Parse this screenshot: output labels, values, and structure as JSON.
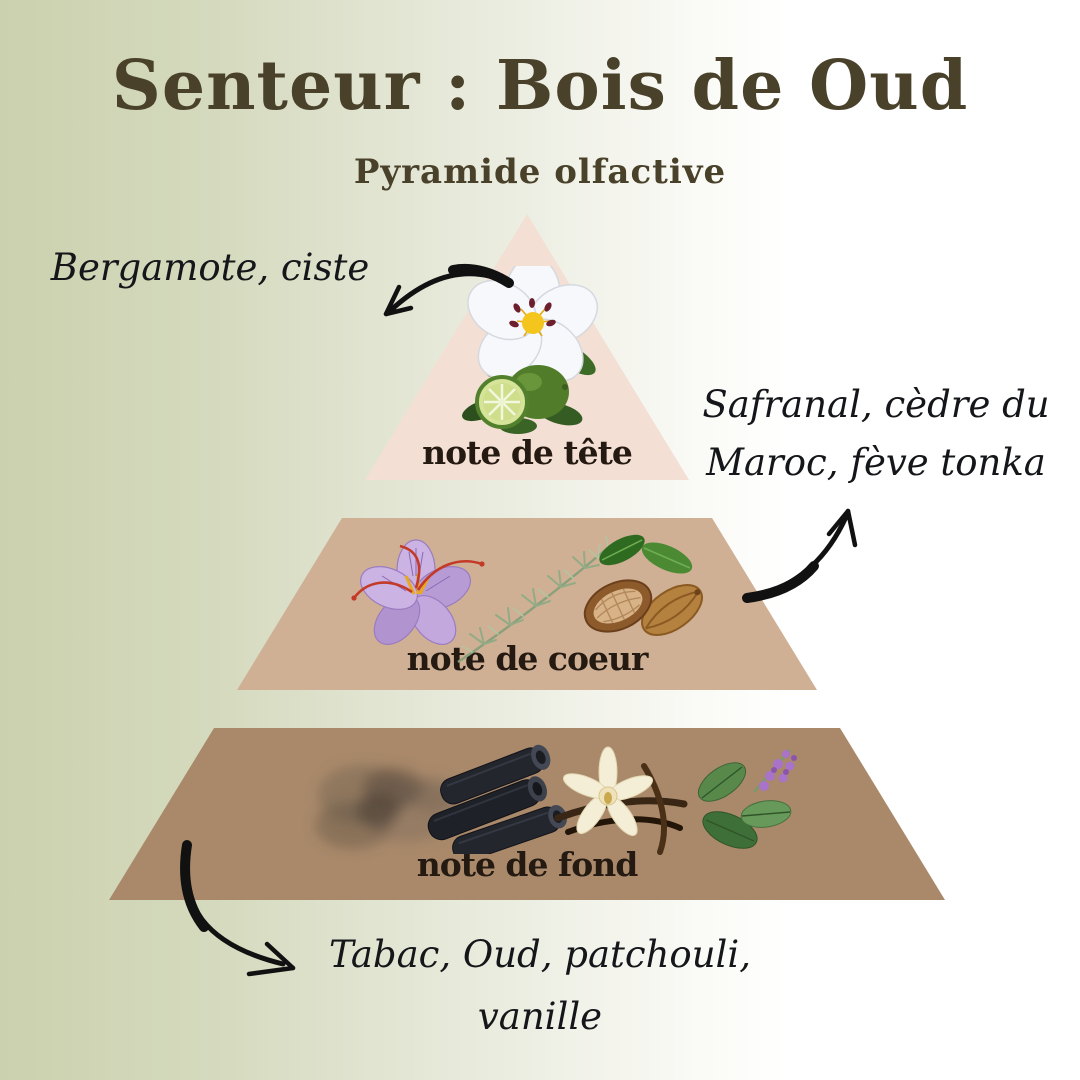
{
  "page": {
    "title": "Senteur : Bois de Oud",
    "subtitle": "Pyramide olfactive"
  },
  "pyramid": {
    "levels": [
      {
        "name": "top-note",
        "label": "note de tête",
        "color": "#f3dfd4",
        "illustrations": [
          "cistus-flower-icon",
          "bergamot-lime-icon"
        ]
      },
      {
        "name": "heart-note",
        "label": "note de coeur",
        "color": "#cfb095",
        "illustrations": [
          "saffron-flower-icon",
          "cedar-sprig-icon",
          "cacao-pods-icon"
        ]
      },
      {
        "name": "base-note",
        "label": "note de fond",
        "color": "#a9896a",
        "illustrations": [
          "smoke-icon",
          "charcoal-icon",
          "vanilla-icon",
          "patchouli-icon"
        ]
      }
    ]
  },
  "annotations": {
    "top_note": {
      "text": "Bergamote, ciste"
    },
    "heart_note": {
      "line1": "Safranal, cèdre du",
      "line2": "Maroc, fève tonka"
    },
    "base_note": {
      "line1": "Tabac, Oud, patchouli,",
      "line2": "vanille"
    }
  },
  "colors": {
    "background_left": "#cbd1ae",
    "background_right": "#ffffff",
    "title_text": "#4a412a",
    "label_text": "#241a11",
    "annotation_text": "#14161a",
    "arrow": "#111111",
    "level_top": "#f3dfd4",
    "level_heart": "#cfb095",
    "level_base": "#a9896a"
  }
}
